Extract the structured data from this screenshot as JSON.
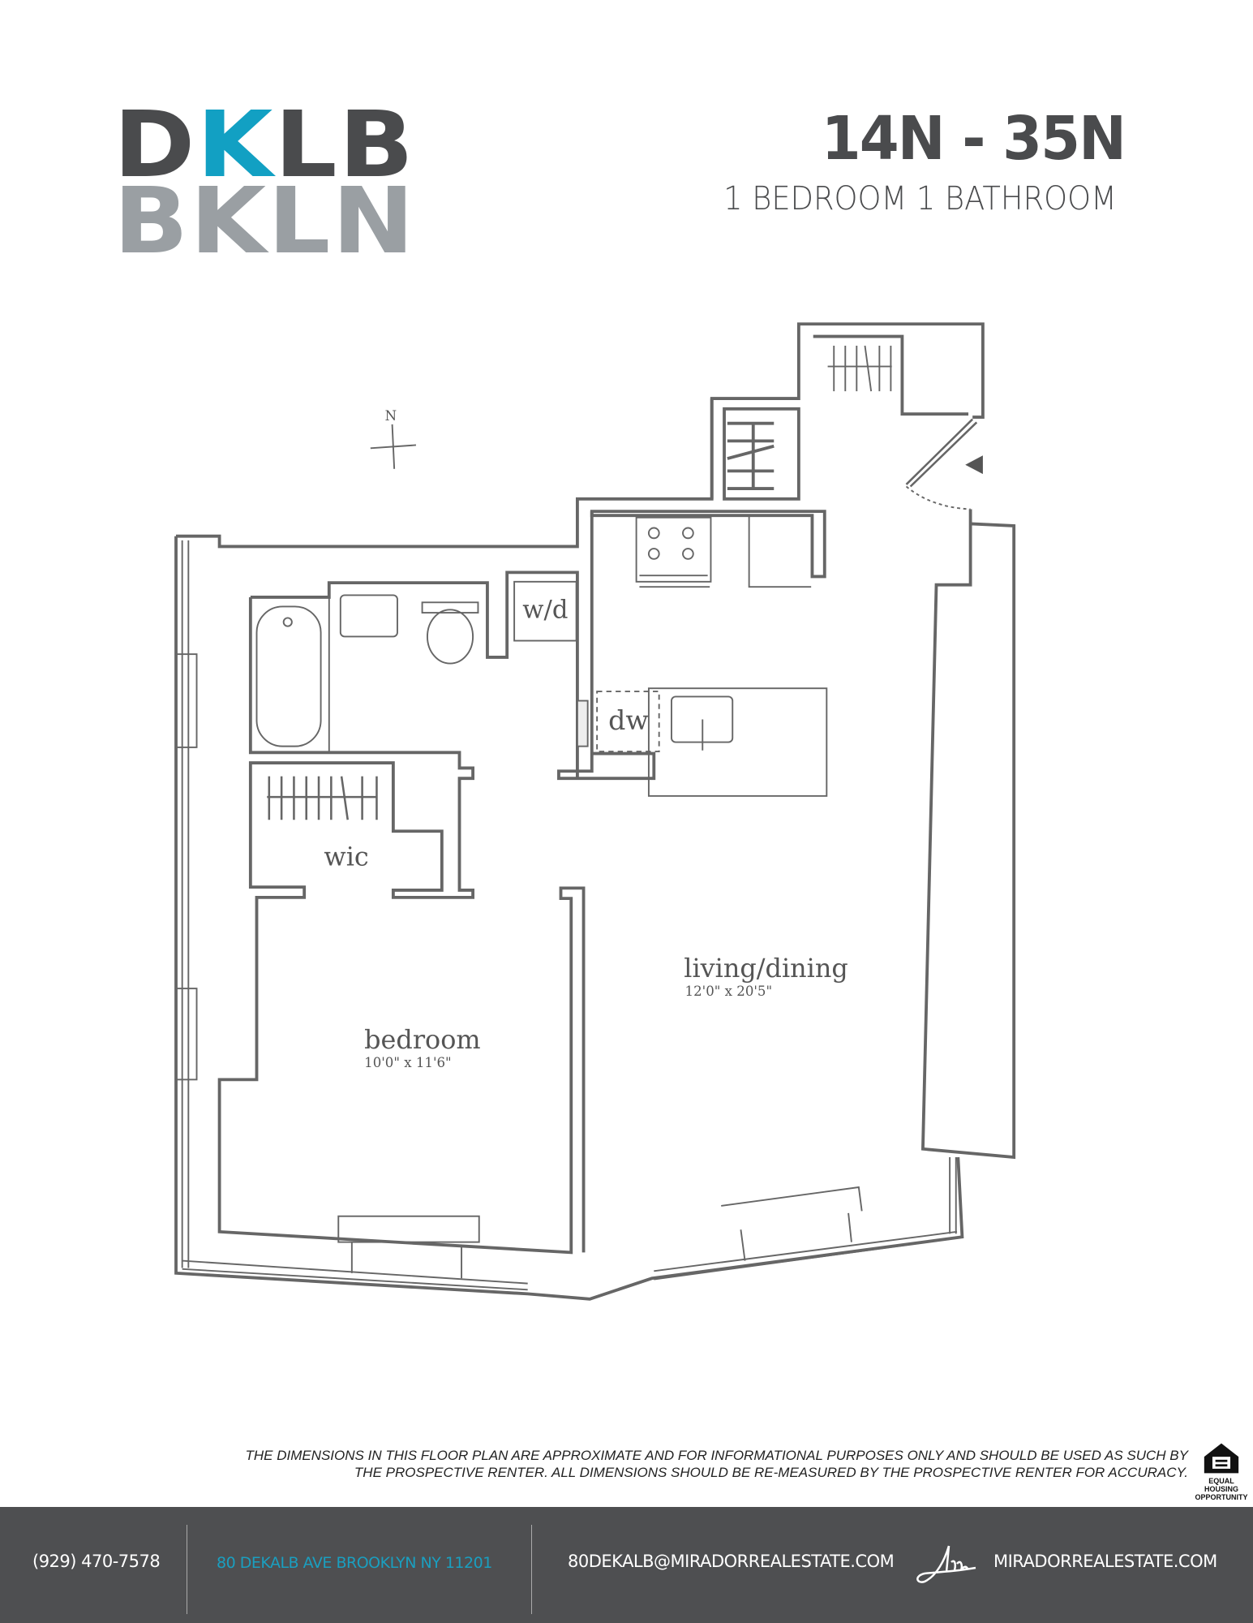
{
  "logo": {
    "line1_a": "D",
    "line1_k": "K",
    "line1_b": "LB",
    "line2": "BKLN",
    "accent_color": "#12a0c3"
  },
  "header": {
    "unit_range": "14N - 35N",
    "unit_type": "1 BEDROOM 1 BATHROOM"
  },
  "floor_plan": {
    "compass_label": "N",
    "labels": {
      "washer_dryer": "w/d",
      "dishwasher": "dw",
      "closet": "wic"
    },
    "rooms": [
      {
        "name": "bedroom",
        "dimensions": "10'0\" x 11'6\""
      },
      {
        "name": "living/dining",
        "dimensions": "12'0\" x 20'5\""
      }
    ]
  },
  "disclaimer": {
    "line1": "THE DIMENSIONS IN THIS FLOOR PLAN ARE APPROXIMATE AND FOR INFORMATIONAL PURPOSES ONLY AND SHOULD BE USED AS SUCH BY",
    "line2": "THE PROSPECTIVE RENTER. ALL DIMENSIONS SHOULD BE RE-MEASURED BY THE PROSPECTIVE RENTER FOR ACCURACY.",
    "equal_housing_icon": "equal-housing-opportunity-icon",
    "equal_housing_text": "EQUAL HOUSING OPPORTUNITY"
  },
  "footer": {
    "phone": "(929) 470-7578",
    "address": "80 DEKALB AVE BROOKLYN NY 11201",
    "email": "80DEKALB@MIRADORREALESTATE.COM",
    "website": "MIRADORREALESTATE.COM",
    "brand_icon": "mirador-signature-icon",
    "background_color": "#4e4f51",
    "address_color": "#1a9fc0"
  }
}
